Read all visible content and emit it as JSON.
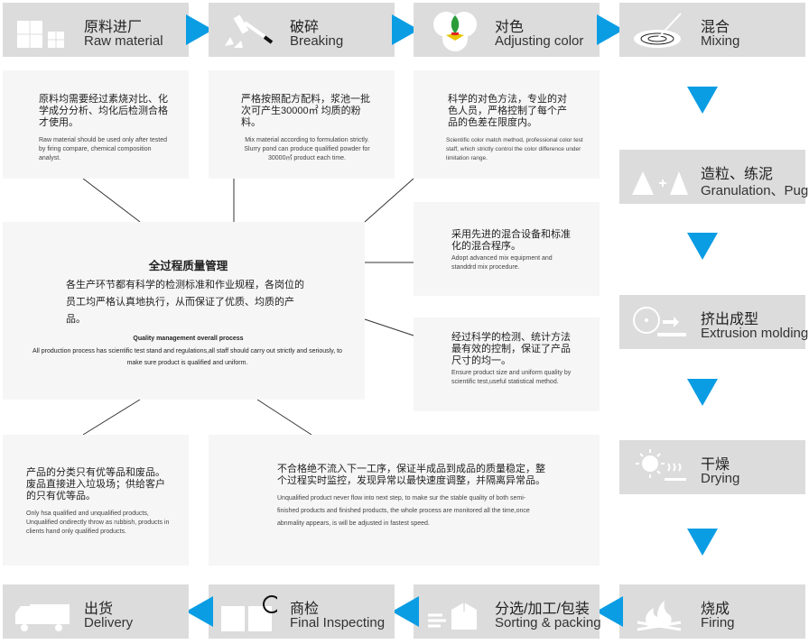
{
  "steps": {
    "raw": {
      "zh": "原料进厂",
      "en": "Raw material",
      "icon": "boxes-icon"
    },
    "breaking": {
      "zh": "破碎",
      "en": "Breaking",
      "icon": "hammer-icon"
    },
    "color": {
      "zh": "对色",
      "en": "Adjusting color",
      "icon": "color-circles-icon"
    },
    "mixing": {
      "zh": "混合",
      "en": "Mixing",
      "icon": "mixer-icon"
    },
    "granulation": {
      "zh": "造粒、练泥",
      "en": "Granulation、Pug",
      "icon": "triangles-icon"
    },
    "extrusion": {
      "zh": "挤出成型",
      "en": "Extrusion molding",
      "icon": "extrusion-icon"
    },
    "drying": {
      "zh": "干燥",
      "en": "Drying",
      "icon": "sun-icon"
    },
    "firing": {
      "zh": "烧成",
      "en": "Firing",
      "icon": "fire-icon"
    },
    "sorting": {
      "zh": "分选/加工/包装",
      "en": "Sorting & packing",
      "icon": "package-icon"
    },
    "inspecting": {
      "zh": "商检",
      "en": "Final Inspecting",
      "icon": "magnifier-icon"
    },
    "delivery": {
      "zh": "出货",
      "en": "Delivery",
      "icon": "truck-icon"
    }
  },
  "notes": {
    "raw": {
      "zh": "原料均需要经过素烧对比、化学成分分析、均化后检测合格才使用。",
      "en": "Raw material should be used only after tested by firing compare, chemical composition analyst."
    },
    "breaking": {
      "zh": "严格按照配方配料，浆池一批次可产生30000㎡ 均质的粉料。",
      "en": "Mix material according to formulation strictly. Slurry pond can produce qualified powder for 30000㎡ product each time."
    },
    "color": {
      "zh": "科学的对色方法，专业的对色人员，严格控制了每个产品的色差在限度内。",
      "en": "Scientific color match method, professional color test staff, which strictly control the color difference under limitation range."
    },
    "mixing": {
      "zh": "采用先进的混合设备和标准化的混合程序。",
      "en": "Adopt advanced mix equipment and standdrd mix procedure."
    },
    "extrusion": {
      "zh": "经过科学的检测、统计方法最有效的控制，保证了产品尺寸的均一。",
      "en": "Ensure product size and uniform quality by scientific test,useful statistical method."
    },
    "sorting": {
      "zh": "产品的分类只有优等品和废品。废品直接进入垃圾场；供给客户的只有优等品。",
      "en": "Only hsa qualified and unqualified products, Unqualified ondirectly throw as rubbish, products in clients hand only qualified products."
    },
    "inspecting": {
      "zh": "不合格绝不流入下一工序，保证半成品到成品的质量稳定，整个过程实时监控，发现异常以最快速度调整，并隔离异常品。",
      "en": "Unqualified product never flow into  next step, to make sur the stable quality of both semi-finished products and finished products, the whole process are monitored all the time,once abnmality appears, is will be adjusted in fastest speed."
    }
  },
  "center": {
    "title": "全过程质量管理",
    "zh": "各生产环节都有科学的检测标准和作业规程，各岗位的员工均严格认真地执行，从而保证了优质、均质的产品。",
    "en_title": "Quality management overall process",
    "en": "All production process has scientific test stand and regulations,all staff should carry out strictly and seriously, to make sure product is qualified and uniform."
  },
  "colors": {
    "step_bg": "#dcdcdc",
    "arrow": "#0a9de4",
    "note_bg": "#f6f6f6"
  }
}
